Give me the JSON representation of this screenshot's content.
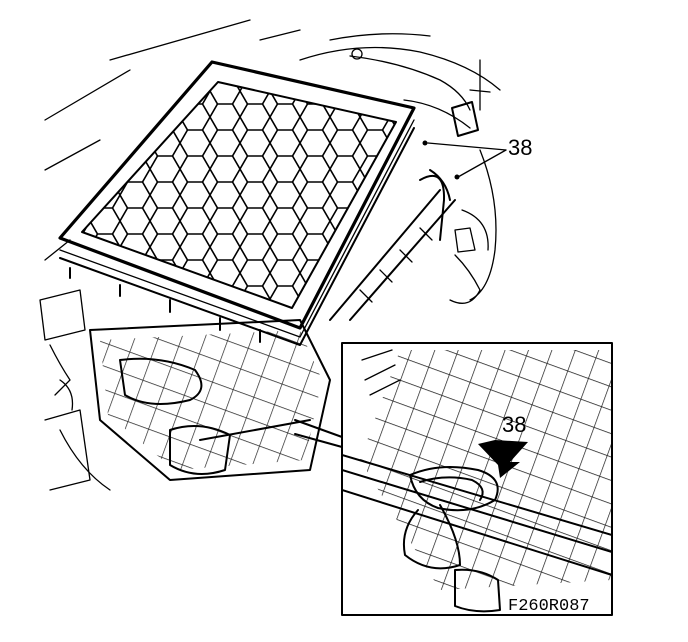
{
  "callouts": {
    "main_label": "38",
    "inset_label": "38"
  },
  "figure_code": "F260R087",
  "colors": {
    "ink": "#000000",
    "paper": "#ffffff"
  }
}
